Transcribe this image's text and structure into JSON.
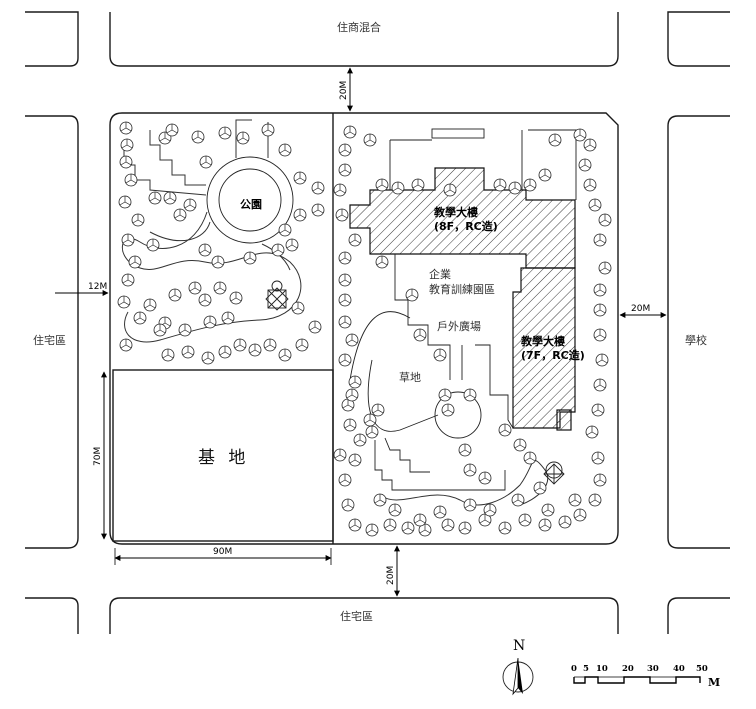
{
  "labels": {
    "north_street": "住商混合",
    "south_street": "住宅區",
    "west_area": "住宅區",
    "east_area": "學校",
    "park": "公園",
    "teaching_bldg_1": "教學大樓",
    "teaching_bldg_1_spec": "(8F，RC造)",
    "teaching_bldg_2": "教學大樓",
    "teaching_bldg_2_spec": "(7F，RC造)",
    "training_zone_line1": "企業",
    "training_zone_line2": "教育訓練園區",
    "plaza": "戶外廣場",
    "lawn": "草地",
    "base_site": "基 地"
  },
  "dimensions": {
    "north_road_width": "20M",
    "south_road_width": "20M",
    "east_gap": "20M",
    "west_gap": "12M",
    "site_height": "70M",
    "site_width": "90M"
  },
  "north_arrow": {
    "label": "N"
  },
  "scale_bar": {
    "ticks": [
      "0",
      "5",
      "10",
      "20",
      "30",
      "40",
      "50"
    ],
    "unit": "M"
  },
  "colors": {
    "ink": "#1a1a1a",
    "background": "#ffffff"
  }
}
